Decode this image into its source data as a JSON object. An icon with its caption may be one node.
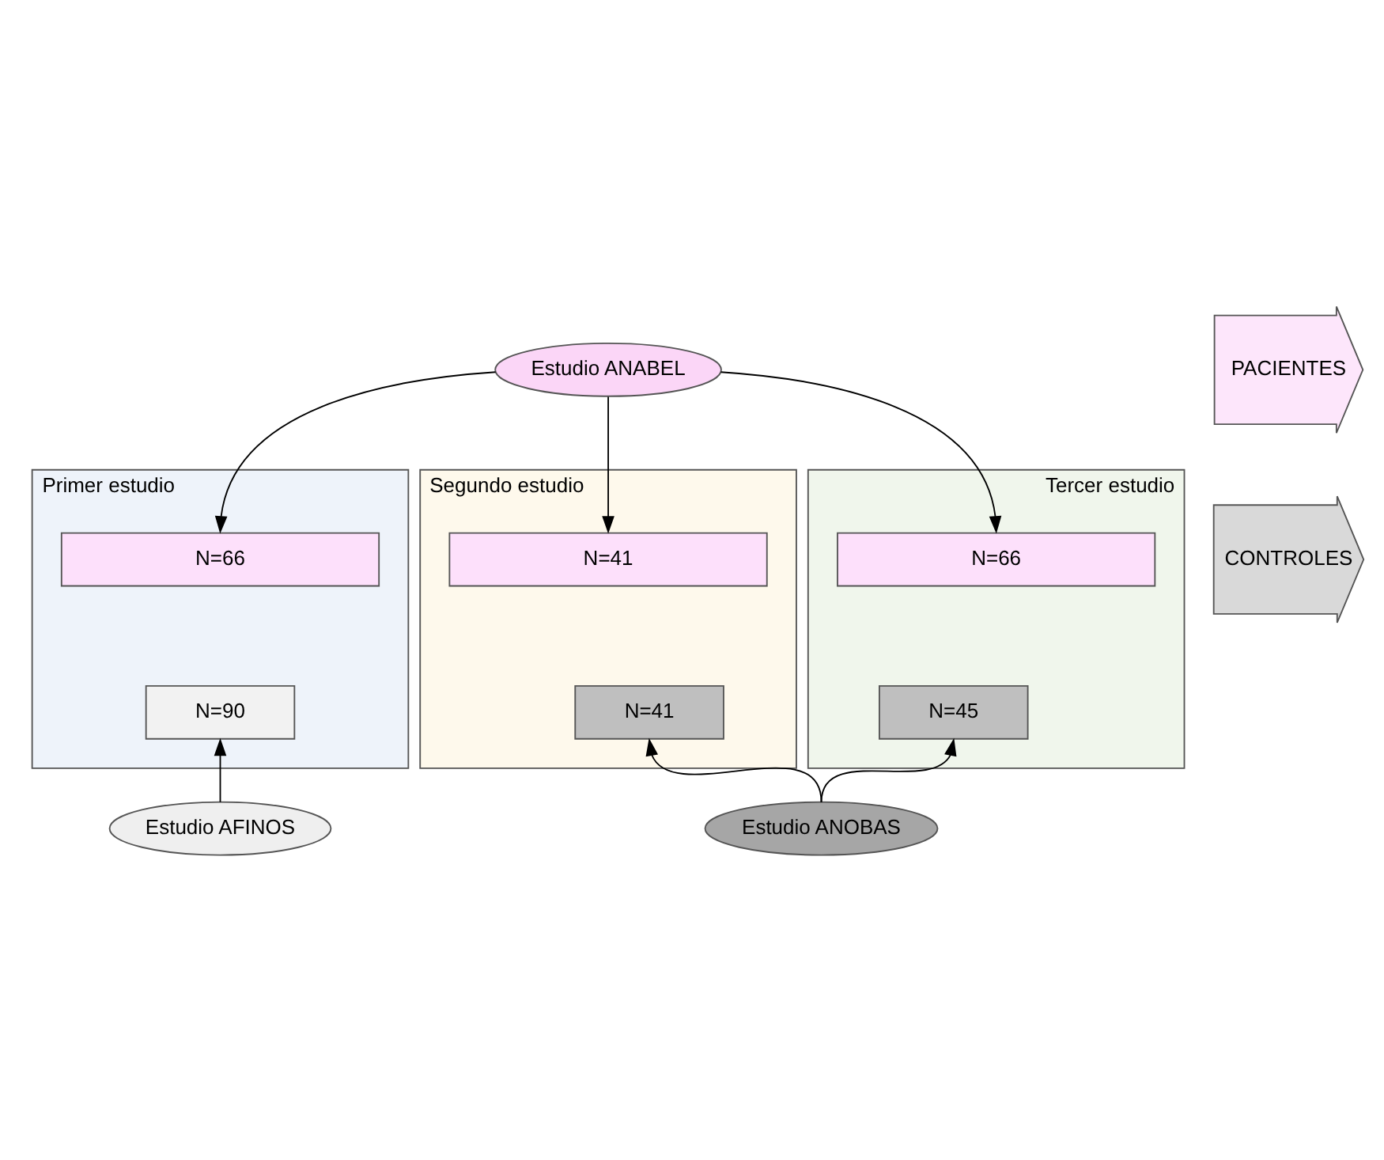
{
  "diagram": {
    "nodes": [
      {
        "text": [
          "Estudio ANABEL"
        ]
      },
      {
        "text": [
          "PACIENTES"
        ]
      },
      {
        "text": [
          "Primer estudio"
        ]
      },
      {
        "text": [
          "N=66"
        ],
        "in": 2
      },
      {
        "text": [
          "N=90"
        ],
        "in": 2
      },
      {
        "text": [
          "Segundo estudio"
        ]
      },
      {
        "text": [
          "N=41"
        ],
        "in": 5
      },
      {
        "text": [
          "N=41"
        ],
        "in": 5
      },
      {
        "text": [
          "Tercer estudio"
        ]
      },
      {
        "text": [
          "N=66"
        ],
        "in": 8
      },
      {
        "text": [
          "N=45"
        ],
        "in": 8
      },
      {
        "text": [
          "CONTROLES"
        ]
      },
      {
        "text": [
          "Estudio AFINOS"
        ]
      },
      {
        "text": [
          "Estudio ANOBAS"
        ]
      }
    ],
    "edges": [
      {
        "from": 0,
        "to": 3,
        "arrow": "to"
      },
      {
        "from": 0,
        "to": 6,
        "arrow": "to"
      },
      {
        "from": 0,
        "to": 9,
        "arrow": "to"
      },
      {
        "from": 12,
        "to": 4,
        "arrow": "to"
      },
      {
        "from": 13,
        "to": 7,
        "arrow": "to"
      },
      {
        "from": 13,
        "to": 10,
        "arrow": "to"
      }
    ]
  }
}
